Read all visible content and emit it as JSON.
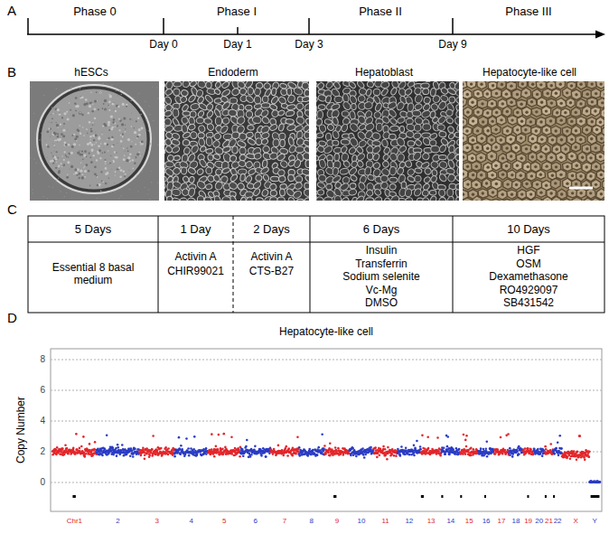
{
  "diagram": {
    "labels": [
      "A",
      "Phase 0",
      "Phase I",
      "Phase II",
      "Phase III",
      "Day 0",
      "Day 1",
      "Day 3",
      "Day 9",
      "B",
      "hESCs",
      "Endoderm",
      "Hepatoblast",
      "Hepatocyte-like cell",
      "C",
      "5 Days",
      "1 Day",
      "2 Days",
      "6 Days",
      "10 Days",
      "Essential 8 basal medium",
      "Activin A",
      "CHIR99021",
      "Activin A",
      "CTS-B27",
      "Insulin",
      "Transferrin",
      "Sodium selenite",
      "Vc-Mg",
      "DMSO",
      "HGF",
      "OSM",
      "Dexamethasone",
      "RO4929097",
      "SB431542",
      "D",
      "Hepatocyte-like cell",
      "Copy Number",
      "8",
      "6",
      "4",
      "2",
      "0",
      "Chr1",
      "2",
      "3",
      "4",
      "5",
      "6",
      "7",
      "8",
      "9",
      "10",
      "11",
      "12",
      "13",
      "14",
      "15",
      "16",
      "17",
      "18",
      "19",
      "20",
      "21",
      "22",
      "X",
      "Y"
    ]
  }
}
